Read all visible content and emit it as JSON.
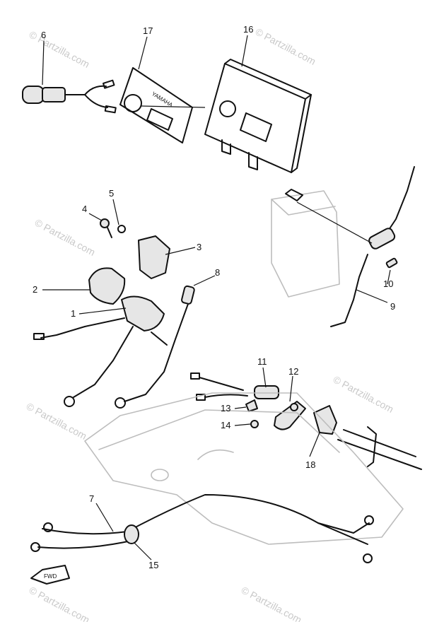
{
  "watermark": "© Partzilla.com",
  "brand_label": "YAMAHA",
  "fwd_label": "FWD",
  "callouts": {
    "p1": "1",
    "p2": "2",
    "p3": "3",
    "p4": "4",
    "p5": "5",
    "p6": "6",
    "p7": "7",
    "p8": "8",
    "p9": "9",
    "p10": "10",
    "p11": "11",
    "p12": "12",
    "p13": "13",
    "p14": "14",
    "p15": "15",
    "p16": "16",
    "p17": "17",
    "p18": "18"
  }
}
